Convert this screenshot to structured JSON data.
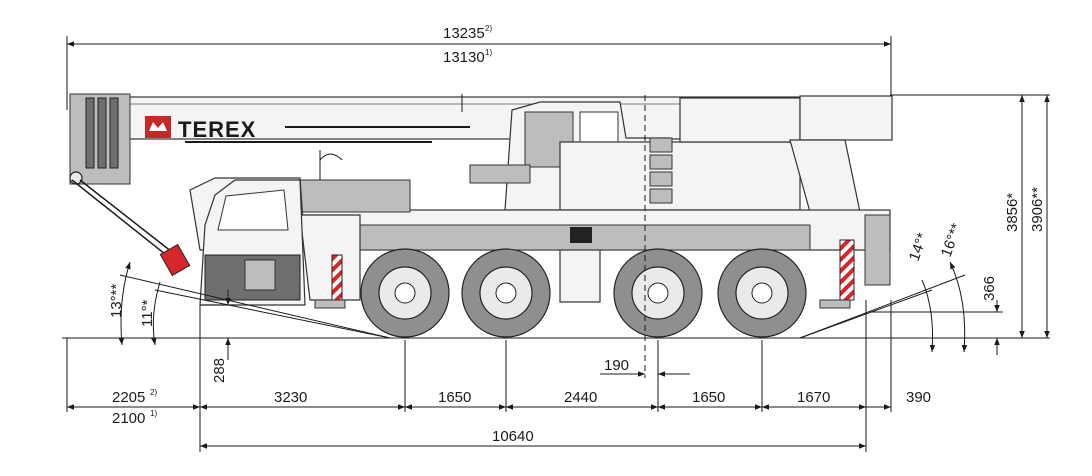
{
  "brand": {
    "logo_text": "TEREX"
  },
  "dimensions": {
    "overall_length_1": "13235",
    "overall_length_1_note": "2)",
    "overall_length_2": "13130",
    "overall_length_2_note": "1)",
    "front_overhang_1": "2205",
    "front_overhang_1_note": "2)",
    "front_overhang_2": "2100",
    "front_overhang_2_note": "1)",
    "axle_spacing_1": "3230",
    "axle_spacing_2": "1650",
    "axle_spacing_3": "2440",
    "axle_spacing_4": "1650",
    "axle_spacing_5": "1670",
    "rear_overhang": "390",
    "chassis_length": "10640",
    "center_offset": "190",
    "ground_clearance": "288",
    "rear_clearance": "366",
    "height_1": "3856*",
    "height_2": "3906**"
  },
  "angles": {
    "front_approach_1": "13°**",
    "front_approach_2": "11°*",
    "rear_departure_1": "14°*",
    "rear_departure_2": "16°**"
  },
  "colors": {
    "line": "#1a1a1a",
    "body": "#f4f4f4",
    "warning_red": "#d7262b"
  }
}
